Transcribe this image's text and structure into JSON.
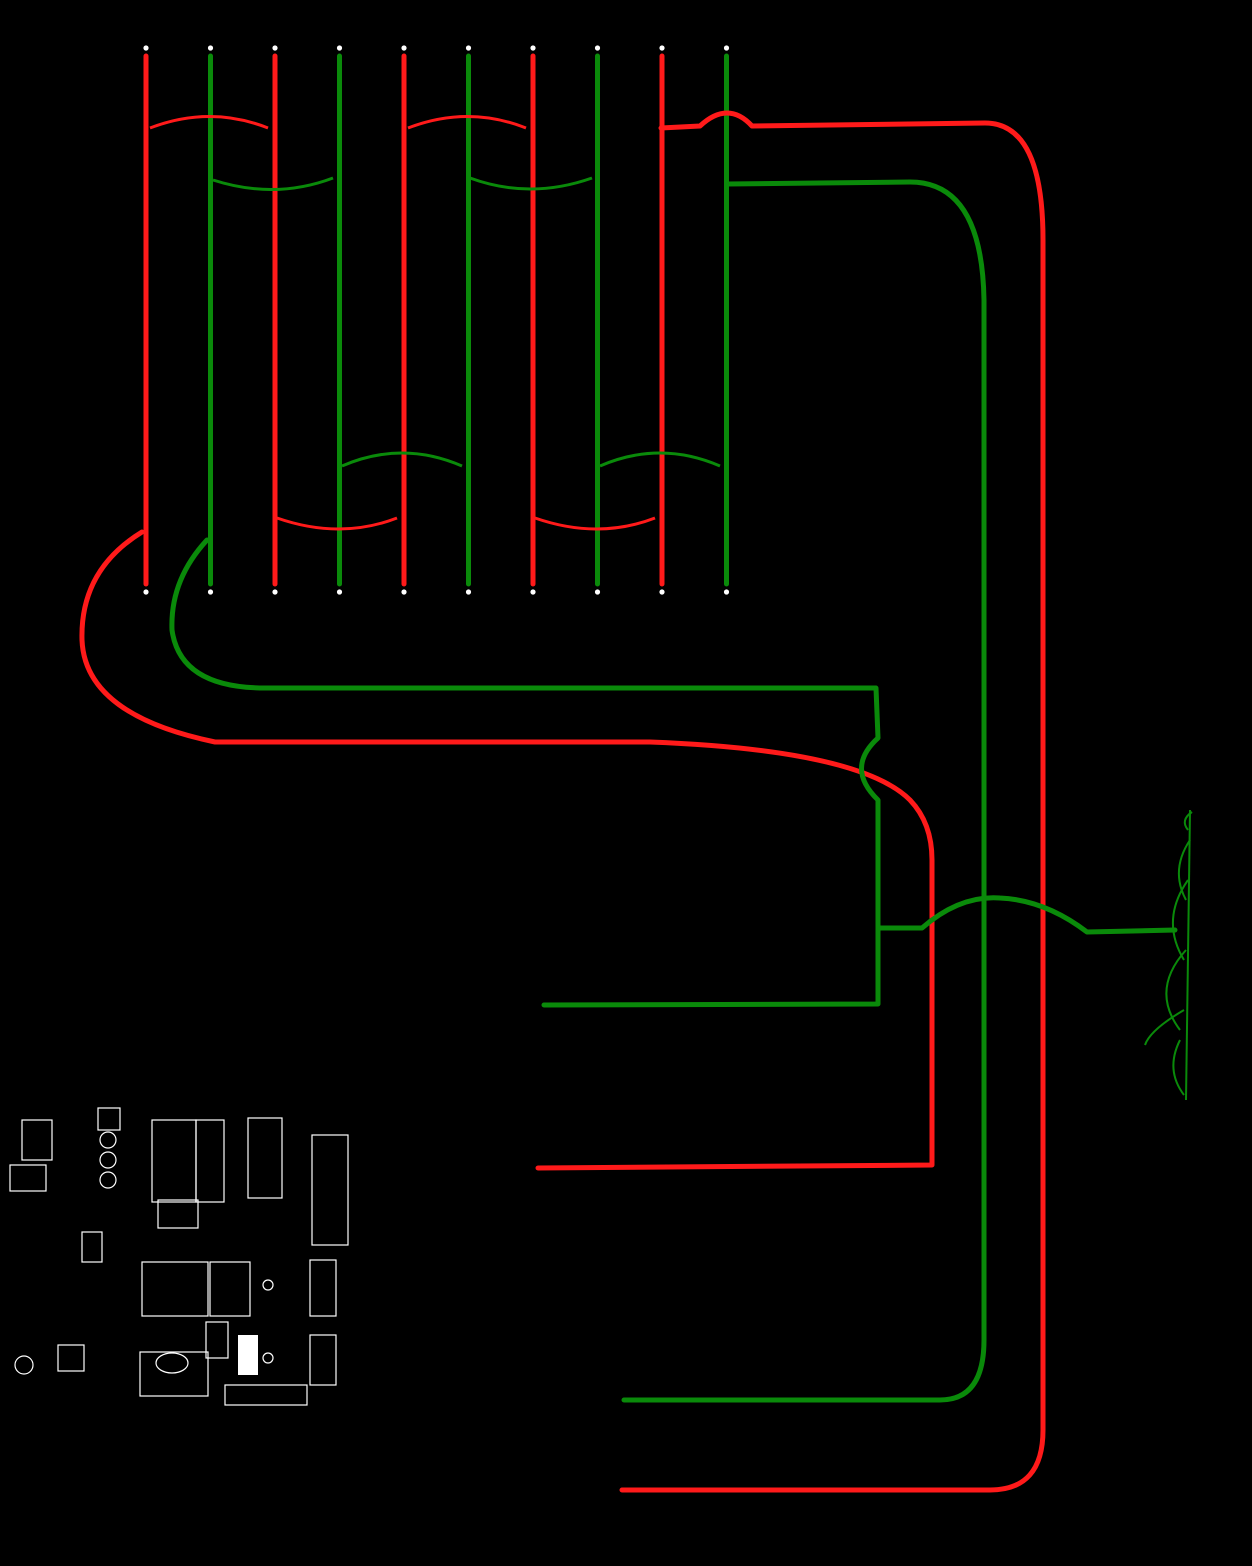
{
  "colors": {
    "background": "#000000",
    "positive": "#ff1a1a",
    "negative": "#0a8a0a",
    "pcb": "#ffffff"
  },
  "strings": {
    "count": 10,
    "polarity": [
      "red",
      "green",
      "red",
      "green",
      "red",
      "green",
      "red",
      "green",
      "red",
      "green"
    ]
  },
  "pcb": {
    "label_top": "",
    "label_bottom": ""
  },
  "icons": {
    "ground": "ground-grass-icon",
    "board": "pcb-board-icon"
  }
}
